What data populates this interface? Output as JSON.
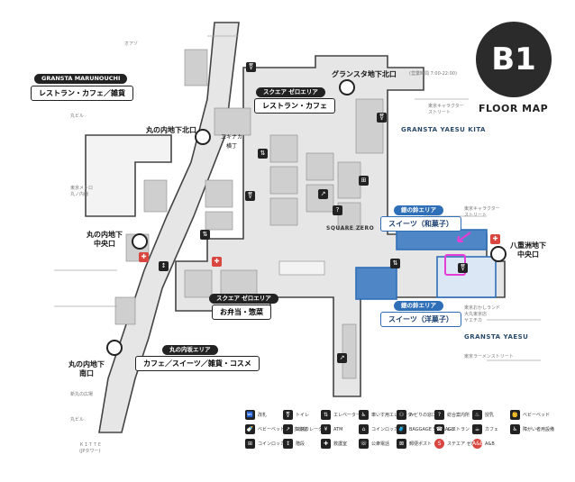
{
  "floor": {
    "label": "B1",
    "map_label": "FLOOR MAP"
  },
  "zones": {
    "marunouchi": {
      "area": "GRANSTA MARUNOUCHI",
      "category": "レストラン・カフェ／雑貨"
    },
    "square_zero_north": {
      "area": "スクエア ゼロエリア",
      "category": "レストラン・カフェ"
    },
    "bell_north": {
      "area": "銀の鈴エリア",
      "category": "スイーツ（和菓子）"
    },
    "bell_south": {
      "area": "銀の鈴エリア",
      "category": "スイーツ（洋菓子）"
    },
    "square_zero_south": {
      "area": "スクエア ゼロエリア",
      "category": "お弁当・惣菜"
    },
    "marunouchi_central": {
      "area": "丸の内坂エリア",
      "category": "カフェ／スイーツ／雑貨・コスメ"
    }
  },
  "exits": {
    "marunouchi_north": "丸の内地下北口",
    "marunouchi_central": "丸の内地下\n中央口",
    "marunouchi_south": "丸の内地下\n南口",
    "gransta_north": "グランスタ地下北口",
    "yaesu_central": "八重洲地下\n中央口",
    "escalator": "エキナカ\n横丁"
  },
  "brands": {
    "yaesu_kita": "GRANSTA YAESU KITA",
    "yaesu": "GRANSTA YAESU",
    "square_zero": "SQUARE ZERO"
  },
  "small_labels": {
    "oazo": "オアゾ",
    "marubiru": "丸ビル",
    "metro": "東京メトロ\n丸ノ内線",
    "gransta_time": "(営業時間 7:00-22:00)",
    "yaesu_ichiban": "東京キャラクター\nストリート",
    "yaesu_char": "東京キャラクター\nストリート",
    "yaesu_shops": "東京おかしランド\n大丸東京店\nヤエチカ",
    "ramen": "東京ラーメンストリート",
    "shinmaru": "新丸の広場",
    "marubiru2": "丸ビル",
    "kitte": "ＫＩＴＴＥ\n(JPタワー)"
  },
  "legend": [
    {
      "icon": "🚾",
      "label": "改札"
    },
    {
      "icon": "⚧",
      "label": "トイレ"
    },
    {
      "icon": "⇅",
      "label": "エレベーター"
    },
    {
      "icon": "♿",
      "label": "車いす用エレベーター"
    },
    {
      "icon": "⚇",
      "label": "みどりの窓口"
    },
    {
      "icon": "?",
      "label": "総合案内所"
    },
    {
      "icon": "♨",
      "label": "授乳"
    },
    {
      "icon": "👶",
      "label": "ベビーベッド"
    },
    {
      "icon": "🍼",
      "label": "ベビーベッドあり多機能"
    },
    {
      "icon": "↗",
      "label": "エスカレーター"
    },
    {
      "icon": "¥",
      "label": "ATM"
    },
    {
      "icon": "⌂",
      "label": "コインロッカー"
    },
    {
      "icon": "🧳",
      "label": "BAGGAGE STORAGE"
    },
    {
      "icon": "☎",
      "label": "レストラン"
    },
    {
      "icon": "☕",
      "label": "カフェ"
    },
    {
      "icon": "♿",
      "label": "障がい者用設備"
    },
    {
      "icon": "⊞",
      "label": "コインロッカー"
    },
    {
      "icon": "↕",
      "label": "階段"
    },
    {
      "icon": "✚",
      "label": "救護室"
    },
    {
      "icon": "☏",
      "label": "公衆電話"
    },
    {
      "icon": "⊠",
      "label": "郵便ポスト"
    },
    {
      "icon": "S",
      "label": "ステエア ゼロ"
    },
    {
      "icon": "A&B",
      "label": "A&B"
    }
  ],
  "colors": {
    "accent": "#2f6fb8",
    "dark": "#222222",
    "red": "#d9453f",
    "highlight": "#e83cd6"
  }
}
